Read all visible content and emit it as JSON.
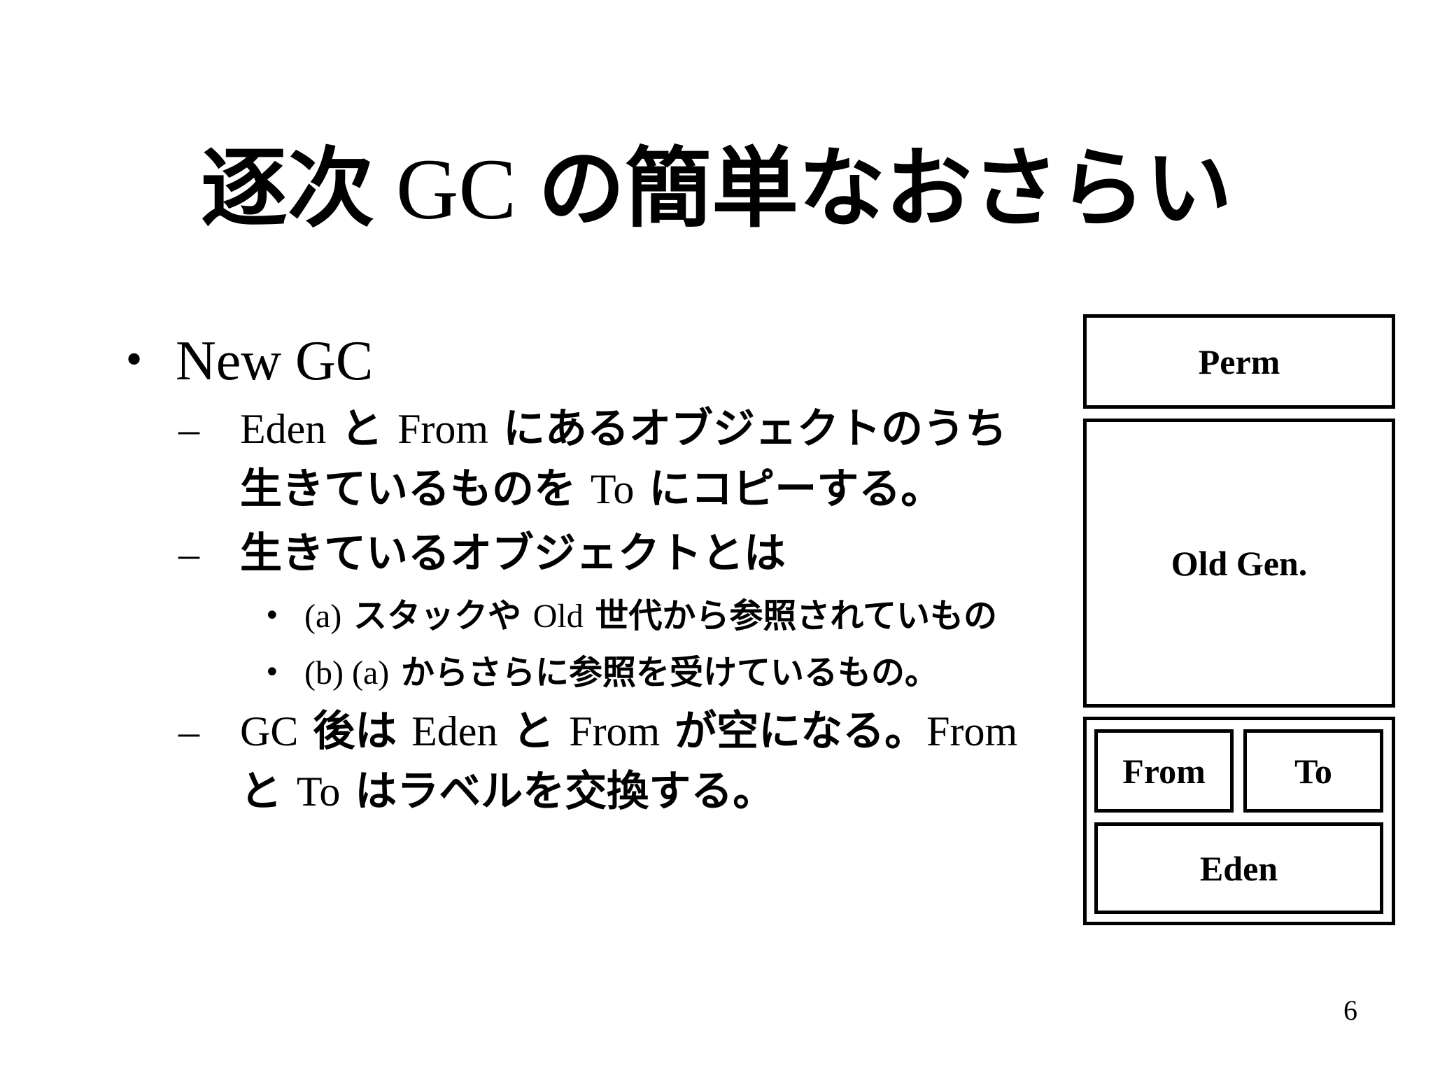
{
  "slide": {
    "title_part1": "逐次",
    "title_latin": " GC ",
    "title_part2": "の簡単なおさらい",
    "page_number": "6"
  },
  "bullets": {
    "l1_marker": "•",
    "l1_text": "New GC",
    "l2_marker": "–",
    "item1": {
      "a": "Eden",
      "b": " と ",
      "c": "From",
      "d": " にあるオブジェクトのうち生きているものを ",
      "e": "To",
      "f": " にコピーする。"
    },
    "item2": "生きているオブジェクトとは",
    "l3_marker": "•",
    "sub1": {
      "a": "(a)",
      "b": "  スタックや ",
      "c": "Old",
      "d": " 世代から参照されていもの"
    },
    "sub2": {
      "a": "(b) (a)",
      "b": " からさらに参照を受けているもの。"
    },
    "item3": {
      "a": "GC",
      "b": " 後は ",
      "c": "Eden",
      "d": " と ",
      "e": "From",
      "f": " が空になる。",
      "g": "From",
      "h": " と ",
      "i": "To",
      "j": " はラベルを交換する。"
    }
  },
  "diagram": {
    "perm": "Perm",
    "old_gen": "Old Gen.",
    "from": "From",
    "to": "To",
    "eden": "Eden"
  }
}
